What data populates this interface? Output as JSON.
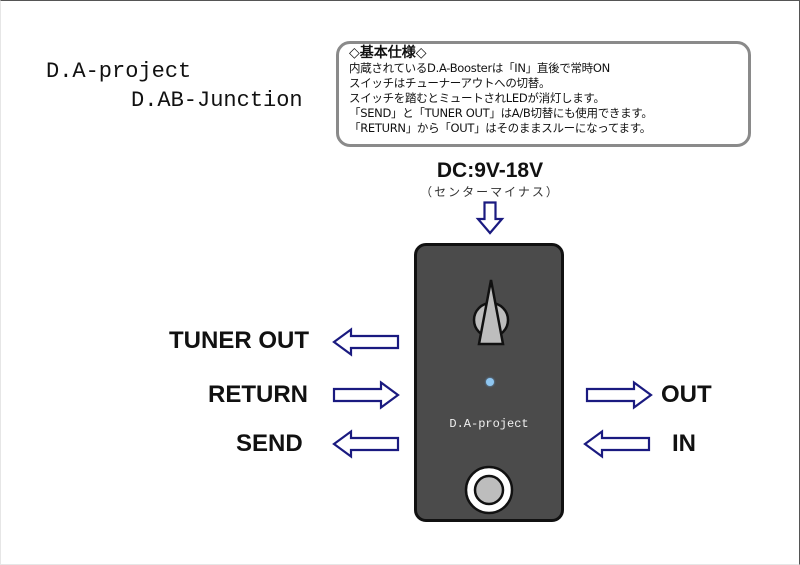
{
  "header": {
    "brand": "D.A-project",
    "product": "D.AB-Junction"
  },
  "spec": {
    "title": "◇基本仕様◇",
    "lines": [
      "内蔵されているD.A-Boosterは「IN」直後で常時ON",
      "スイッチはチューナーアウトへの切替。",
      "スイッチを踏むとミュートされLEDが消灯します。",
      "「SEND」と「TUNER OUT」はA/B切替にも使用できます。",
      "「RETURN」から「OUT」はそのままスルーになってます。"
    ]
  },
  "power": {
    "label": "DC:9V-18V",
    "polarity": "（センターマイナス）",
    "arrow_icon": "down-arrow-icon"
  },
  "pedal": {
    "brand": "D.A-project",
    "body_color": "#4b4b4b",
    "led_color": "#8fc6f0",
    "knob_color": "#bdbdbd"
  },
  "ports": {
    "left": [
      {
        "label": "TUNER OUT",
        "direction": "out",
        "icon": "left-arrow-icon"
      },
      {
        "label": "RETURN",
        "direction": "in",
        "icon": "right-arrow-icon"
      },
      {
        "label": "SEND",
        "direction": "out",
        "icon": "left-arrow-icon"
      }
    ],
    "right": [
      {
        "label": "OUT",
        "direction": "out",
        "icon": "right-arrow-icon"
      },
      {
        "label": "IN",
        "direction": "in",
        "icon": "left-arrow-icon"
      }
    ]
  },
  "colors": {
    "arrow_stroke": "#1a1a80",
    "spec_border": "#8a8a8a"
  }
}
